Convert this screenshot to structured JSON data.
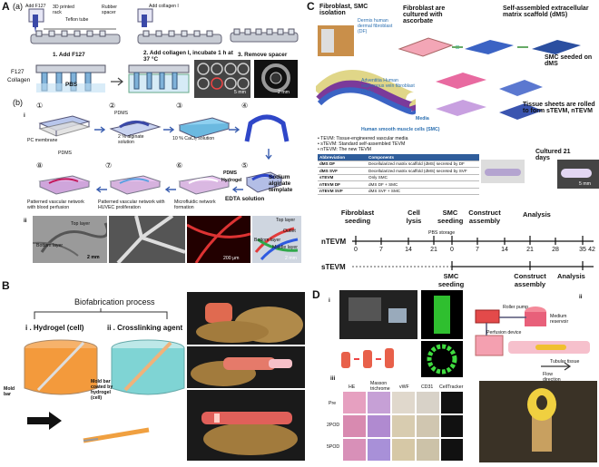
{
  "panelA": {
    "letter": "(a)",
    "add_f127": "Add F127",
    "printed_rack": "3D printed rack",
    "teflon_tube": "Teflon tube",
    "rubber_spacer": "Rubber spacer",
    "add_collagen": "Add collagen I",
    "step1": "1. Add F127",
    "step2": "2. Add collagen I, incubate 1 h at 37 °C",
    "step3": "3. Remove spacer",
    "f127": "F127",
    "collagen": "Collagen",
    "pbs": "PBS",
    "scale1": "5 mm",
    "scale2": "2 mm",
    "outer": "A"
  },
  "panelAb": {
    "letter": "(b)",
    "i": "i",
    "ii": "ii",
    "pc_membrane": "PC membrane",
    "pdms1": "PDMS",
    "pdms2": "PDMS",
    "pdms3": "PDMS",
    "alginate": "2 % alginate solution",
    "cacl": "10 % CaCl₂ solution",
    "sodium": "Sodium alginate template",
    "hydrogel": "Hydrogel",
    "edta": "EDTA solution",
    "microfluidic": "Microfluidic network formation",
    "huvec": "Patterned vascular network with HUVEC proliferation",
    "perfusion": "Patterned vascular network with blood perfusion",
    "steps": [
      "①",
      "②",
      "③",
      "④",
      "⑤",
      "⑥",
      "⑦",
      "⑧"
    ],
    "top_layer": "Top layer",
    "bottom_layer": "Bottom layer",
    "scale_a": "2 mm",
    "scale_b": "200 μm",
    "scale_c": "2 mm",
    "top_layer2": "Top layer",
    "outlet": "Outlet",
    "middle_layer": "Middle layer",
    "bottom_layer2": "Bottom layer"
  },
  "panelB": {
    "letter": "B",
    "title": "Biofabrication process",
    "hydrogel": "i . Hydrogel (cell)",
    "crosslink": "ii . Crosslinking agent",
    "mold_bar": "Mold bar",
    "mold_coated": "Mold bar coated by hydrogel (cell)"
  },
  "panelC": {
    "letter": "C",
    "isolation": "Fibroblast, SMC isolation",
    "dermis": "Dermis human dermal fibroblast (DF)",
    "adventitia": "Adventitia Human saphenous vein fibroblast (SVF)",
    "media": "Media",
    "smc": "Human smooth muscle cells (SMC)",
    "cultured": "Fibroblast are cultured with ascorbate",
    "self_assembled": "Self-assembled extracellular matrix scaffold (dMS)",
    "smc_seeded": "SMC seeded on dMS",
    "rolled": "Tissue sheets are rolled to form sTEVM, nTEVM",
    "cultured21": "Cultured 21 days",
    "scale": "5 mm",
    "defs": [
      "• TEVM: Tissue-engineered vascular media",
      "• sTEVM: Standard self-assembled TEVM",
      "• nTEVM: The new TEVM"
    ],
    "table_header": [
      "Abbreviation",
      "Components"
    ],
    "table_rows": [
      [
        "dMS DF",
        "Decellularized matrix scaffold (dMS) secreted by DF"
      ],
      [
        "dMS SVF",
        "Decellularized matrix scaffold (dMS) secreted by SVF"
      ],
      [
        "sTEVM",
        "Only SMC"
      ],
      [
        "nTEVM DF",
        "dMS DF + SMC"
      ],
      [
        "nTEVM SVF",
        "dMS SVF + SMC"
      ]
    ],
    "timeline": {
      "fibroblast_seeding": "Fibroblast seeding",
      "cell_lysis": "Cell lysis",
      "smc_seeding": "SMC seeding",
      "construct_assembly": "Construct assembly",
      "analysis": "Analysis",
      "pbs_storage": "PBS storage",
      "ntevm": "nTEVM",
      "stevm": "sTEVM",
      "ticks_top": [
        "0",
        "7",
        "14",
        "21",
        "0",
        "7",
        "14",
        "21",
        "28",
        "35",
        "42"
      ],
      "smc_seeding2": "SMC seeding",
      "construct_assembly2": "Construct assembly",
      "analysis2": "Analysis"
    }
  },
  "panelD": {
    "letter": "D",
    "i": "i",
    "ii": "ii",
    "iii": "iii",
    "roller_pump": "Roller pump",
    "medium_reservoir": "Medium reservoir",
    "perfusion_device": "Perfusion device",
    "tubular_tissue": "Tubular tissue",
    "flow_direction": "Flow direction",
    "columns": [
      "HE",
      "Masson trichrome",
      "vWF",
      "CD31",
      "CellTracker"
    ],
    "rows": [
      "Pre",
      "2POD",
      "5POD"
    ]
  }
}
